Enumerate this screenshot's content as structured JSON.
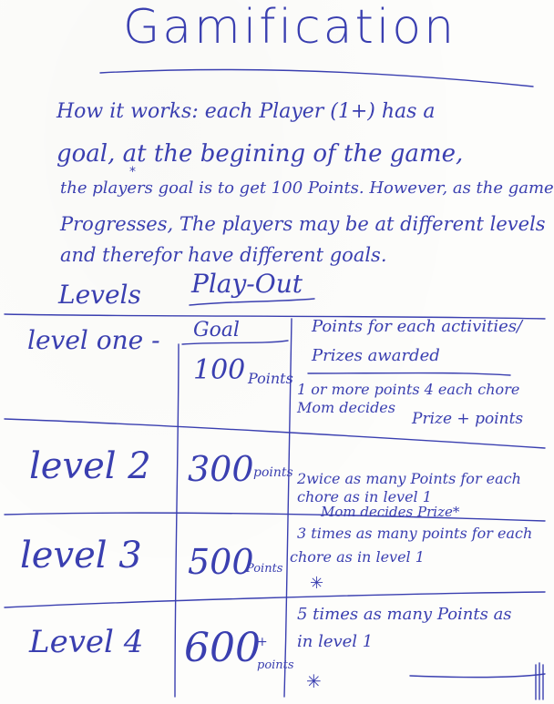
{
  "title": "Gamification",
  "intro": {
    "line1": "How it works: each Player (1+) has a",
    "line2": "goal, at the begining of the game,",
    "line3": "the players goal is to get 100 Points. However, as the game",
    "line4": "Progresses, The players may be at different levels",
    "line5": "and therefor have different goals."
  },
  "table": {
    "levels_header": "Levels",
    "playout_header": "Play-Out",
    "goal_header": "Goal",
    "points_header_line1": "Points for each activities/",
    "points_header_line2": "Prizes awarded",
    "rows": [
      {
        "level": "level one -",
        "goal_value": "100",
        "goal_unit": "Points",
        "desc_line1": "1 or more points 4 each chore",
        "desc_line2": "Mom decides",
        "desc_line3": "Prize + points"
      },
      {
        "level": "level 2",
        "goal_value": "300",
        "goal_unit": "points",
        "desc_line1": "2wice as many Points for each",
        "desc_line2": "chore as in level 1",
        "desc_line3": "Mom decides Prize*"
      },
      {
        "level": "level 3",
        "goal_value": "500",
        "goal_unit": "Points",
        "desc_line1": "3 times as many points for each",
        "desc_line2": "chore as in level 1",
        "desc_line3": ""
      },
      {
        "level": "Level 4",
        "goal_value": "600",
        "goal_unit_line1": "+",
        "goal_unit_line2": "points",
        "desc_line1": "5 times as many Points as",
        "desc_line2": "in level 1",
        "desc_line3": ""
      }
    ]
  },
  "marks": {
    "asterisk": "*",
    "star": "✳"
  },
  "colors": {
    "ink": "#3a3fb0",
    "paper": "#fdfdfb"
  }
}
